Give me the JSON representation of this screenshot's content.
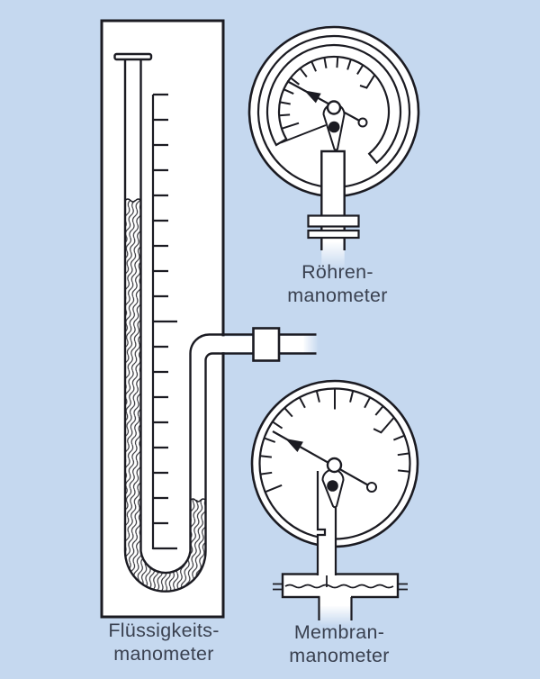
{
  "colors": {
    "background": "#c5d8ef",
    "line": "#1b1b22",
    "text": "#3a4150",
    "fill": "#ffffff"
  },
  "labels": {
    "liquid_manometer": {
      "line1": "Flüssigkeits-",
      "line2": "manometer"
    },
    "tube_manometer": {
      "line1": "Röhren-",
      "line2": "manometer"
    },
    "membrane_manometer": {
      "line1": "Membran-",
      "line2": "manometer"
    }
  }
}
